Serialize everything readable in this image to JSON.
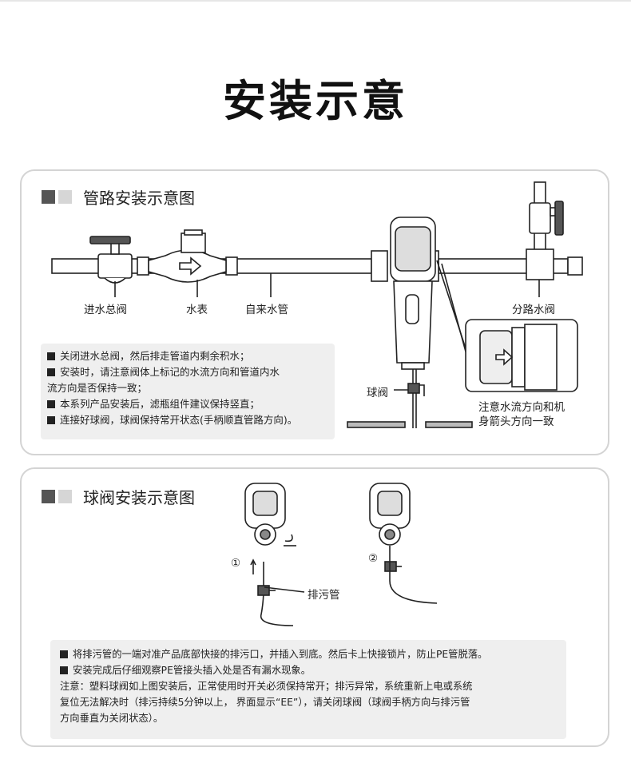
{
  "page": {
    "title": "安装示意"
  },
  "section1": {
    "title": "管路安装示意图",
    "labels": {
      "main_valve": "进水总阀",
      "water_meter": "水表",
      "tap_pipe": "自来水管",
      "branch_valve": "分路水阀",
      "ball_valve": "球阀",
      "note_line1": "注意水流方向和机",
      "note_line2": "身箭头方向一致"
    },
    "notes": [
      "关闭进水总阀，然后排走管道内剩余积水；",
      "安装时，请注意阀体上标记的水流方向和管道内水",
      "流方向是否保持一致；",
      "本系列产品安装后，滤瓶组件建议保持竖直；",
      "连接好球阀，球阀保持常开状态(手柄顺直管路方向)。"
    ]
  },
  "section2": {
    "title": "球阀安装示意图",
    "labels": {
      "step1": "①",
      "step2": "②",
      "drain_pipe": "排污管"
    },
    "notes": [
      "将排污管的一端对准产品底部快接的排污口，并插入到底。然后卡上快接锁片，防止PE管脱落。",
      "安装完成后仔细观察PE管接头插入处是否有漏水现象。",
      "注意：塑料球阀如上图安装后，正常使用时开关必须保持常开；排污异常，系统重新上电或系统",
      "复位无法解决时（排污持续5分钟以上， 界面显示“EE”），请关闭球阀（球阀手柄方向与排污管",
      "方向垂直为关闭状态）。"
    ]
  }
}
